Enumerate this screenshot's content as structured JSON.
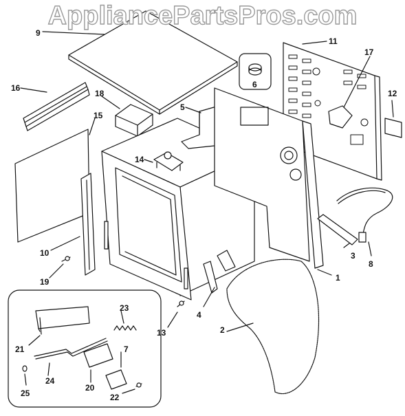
{
  "watermark": "AppliancePartsPros.com",
  "callouts": [
    {
      "id": "9",
      "text": "9"
    },
    {
      "id": "11",
      "text": "11"
    },
    {
      "id": "16",
      "text": "16"
    },
    {
      "id": "17",
      "text": "17"
    },
    {
      "id": "6",
      "text": "6"
    },
    {
      "id": "18",
      "text": "18"
    },
    {
      "id": "5",
      "text": "5"
    },
    {
      "id": "12",
      "text": "12"
    },
    {
      "id": "15",
      "text": "15"
    },
    {
      "id": "14",
      "text": "14"
    },
    {
      "id": "10",
      "text": "10"
    },
    {
      "id": "8",
      "text": "8"
    },
    {
      "id": "3",
      "text": "3"
    },
    {
      "id": "19",
      "text": "19"
    },
    {
      "id": "1",
      "text": "1"
    },
    {
      "id": "23",
      "text": "23"
    },
    {
      "id": "4",
      "text": "4"
    },
    {
      "id": "13",
      "text": "13"
    },
    {
      "id": "2",
      "text": "2"
    },
    {
      "id": "21",
      "text": "21"
    },
    {
      "id": "7",
      "text": "7"
    },
    {
      "id": "24",
      "text": "24"
    },
    {
      "id": "20",
      "text": "20"
    },
    {
      "id": "22",
      "text": "22"
    },
    {
      "id": "25",
      "text": "25"
    }
  ]
}
